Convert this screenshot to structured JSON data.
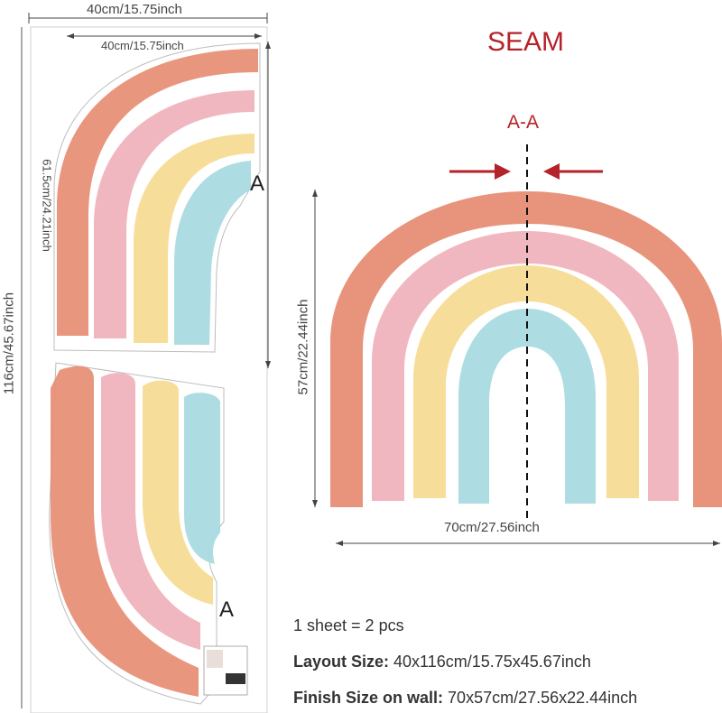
{
  "left_panel": {
    "top_width": "40cm/15.75inch",
    "inner_width": "40cm/15.75inch",
    "height": "116cm/45.67inch",
    "piece_height": "61.5cm/24.21inch",
    "seam_marker_top": "A",
    "seam_marker_bottom": "A"
  },
  "right_panel": {
    "title": "SEAM",
    "section_label": "A-A",
    "height": "57cm/22.44inch",
    "width": "70cm/27.56inch"
  },
  "info": {
    "line1": "1 sheet = 2 pcs",
    "layout_label": "Layout Size:",
    "layout_value": "40x116cm/15.75x45.67inch",
    "finish_label": "Finish Size on wall:",
    "finish_value": "70x57cm/27.56x22.44inch"
  },
  "colors": {
    "terracotta": "#e78d74",
    "pink": "#f0b3bd",
    "yellow": "#f6dc95",
    "blue": "#a9dbe0",
    "seam_red": "#b5232a"
  }
}
